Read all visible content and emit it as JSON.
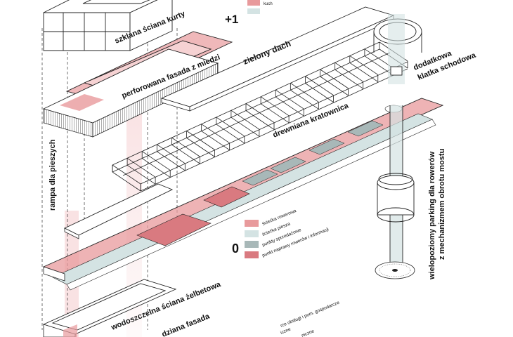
{
  "labels": {
    "glass_wall": "szklana ściana kurty",
    "level_plus1": "+1",
    "perforated_facade": "perforowana fasada z miedzi",
    "green_roof": "zielony dach",
    "extra_staircase_line1": "dodatkowa",
    "extra_staircase_line2": "klatka schodowa",
    "timber_truss": "drewniana kratownica",
    "pedestrian_ramp": "rampa dla pieszych",
    "bike_parking_line1": "wielopoziomy parking dla rowerów",
    "bike_parking_line2": "z mechanizmem obrotu mostu",
    "level_0": "0",
    "waterproof_wall": "wodoszczelna ściana żelbetowa",
    "facade_bottom": "dziana fasada"
  },
  "legend_top": {
    "item1": "kuch"
  },
  "legend_mid": [
    {
      "text": "ścieżka rowerowa",
      "color": "#e89a9c"
    },
    {
      "text": "ścieżka piesza",
      "color": "#d4e3e3"
    },
    {
      "text": "punkty sprzedażowe",
      "color": "#a8b8b8"
    },
    {
      "text": "punkt naprawy rowerów i informacji",
      "color": "#d97a80"
    }
  ],
  "legend_bottom": [
    "rze obsługi i pom. gospodarcze",
    "iczne",
    "niczne"
  ],
  "colors": {
    "pink": "#e89a9c",
    "light_pink": "#f6d2d3",
    "red": "#d97a80",
    "mint": "#d4e3e3",
    "grey": "#a8b8b8"
  }
}
